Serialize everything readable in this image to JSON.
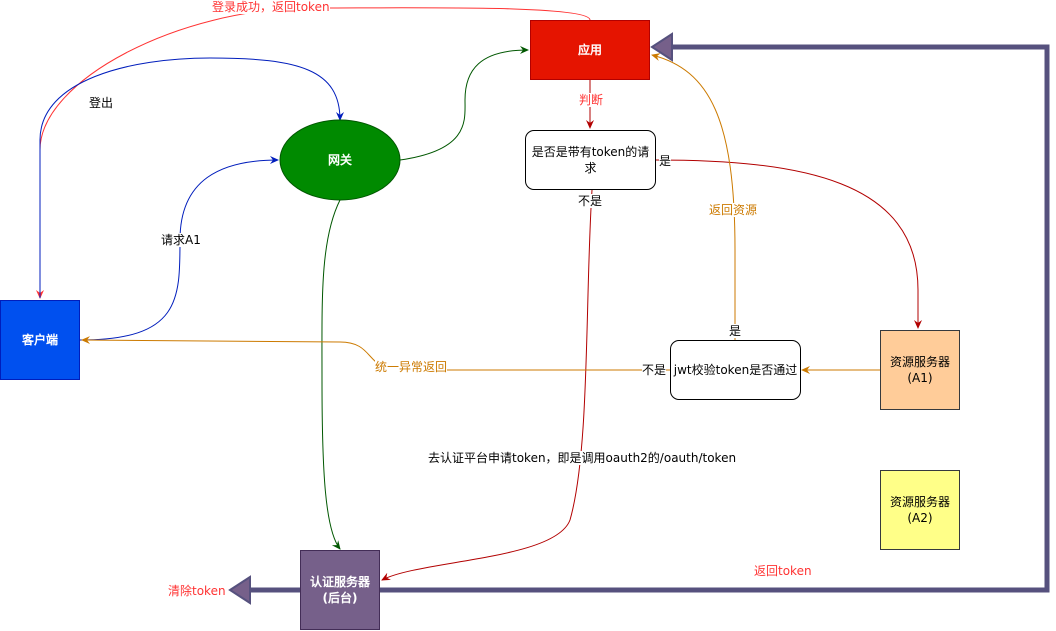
{
  "nodes": {
    "app": "应用",
    "gateway": "网关",
    "client": "客户端",
    "check_token": "是否是带有token的请求",
    "jwt_check": "jwt校验token是否通过",
    "auth_server": "认证服务器\n(后台)",
    "resource_a1": "资源服务器\n(A1)",
    "resource_a2": "资源服务器\n(A2)"
  },
  "edge_labels": {
    "login_success": "登录成功，返回token",
    "logout": "登出",
    "request_a1": "请求A1",
    "judge": "判断",
    "yes_token": "是",
    "not_token": "不是",
    "return_resource": "返回资源",
    "jwt_yes": "是",
    "jwt_no": "不是",
    "unified_error": "统一异常返回",
    "apply_token": "去认证平台申请token，即是调用oauth2的/oauth/token",
    "return_token": "返回token",
    "clear_token": "清除token"
  },
  "colors": {
    "app_fill": "#e51400",
    "gateway_fill": "#008a00",
    "client_fill": "#0050ef",
    "auth_fill": "#76608a",
    "resource_a1_fill": "#ffcc99",
    "resource_a2_fill": "#ffff88",
    "red_edge": "#b20000",
    "light_red_edge": "#ff3333",
    "orange_edge": "#cc7a00",
    "green_edge": "#005700",
    "blue_edge": "#001dbc",
    "purple_edge": "#56517e"
  }
}
